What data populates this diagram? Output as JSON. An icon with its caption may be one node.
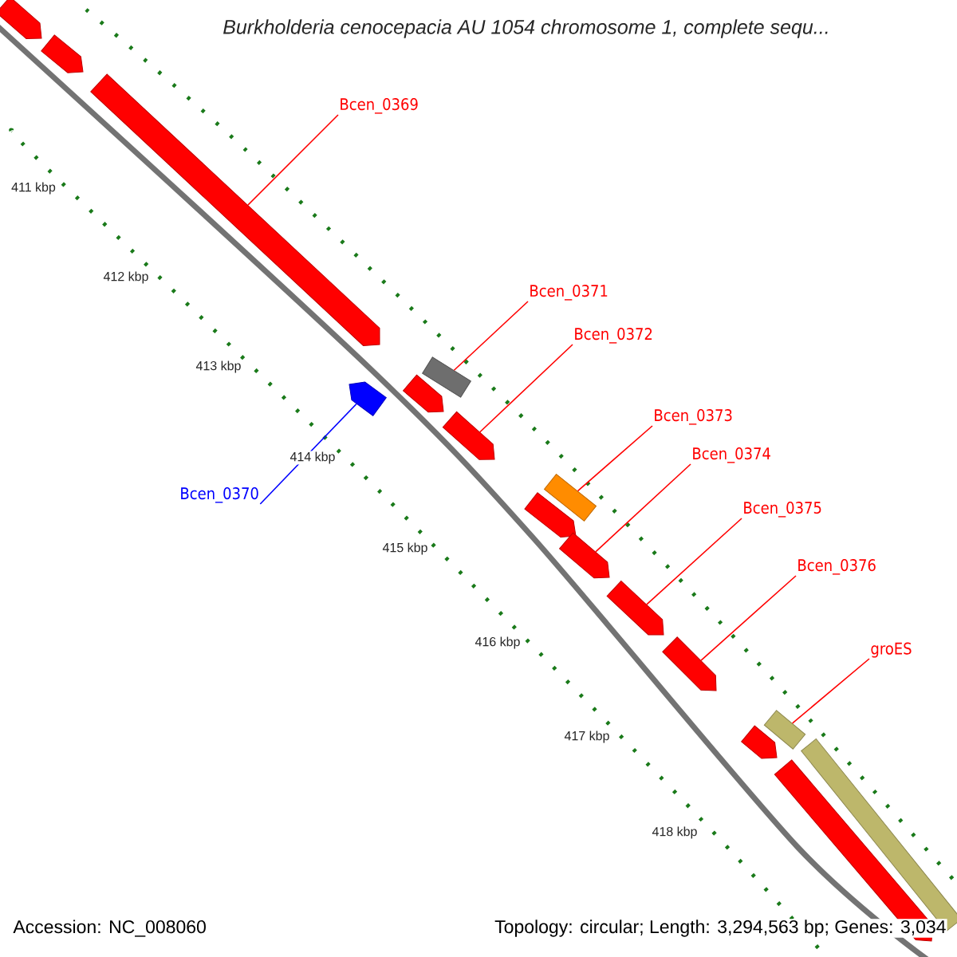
{
  "diagram": {
    "title": "*Burkholderia cenocepacia* AU 1054 chromosome 1, complete sequ...",
    "nodes": [
      {
        "text": [
          "Bcen_0369"
        ]
      },
      {
        "text": [
          "Bcen_0370"
        ]
      },
      {
        "text": [
          "Bcen_0371"
        ]
      },
      {
        "text": [
          "Bcen_0372"
        ]
      },
      {
        "text": [
          "Bcen_0373"
        ]
      },
      {
        "text": [
          "Bcen_0374"
        ]
      },
      {
        "text": [
          "Bcen_0375"
        ]
      },
      {
        "text": [
          "Bcen_0376"
        ]
      },
      {
        "text": [
          "groES"
        ]
      },
      {
        "text": [],
        "shape": "pentagon"
      },
      {
        "text": [],
        "shape": "pentagon"
      },
      {
        "text": [],
        "shape": "pentagon"
      },
      {
        "text": [],
        "shape": "pentagon"
      },
      {
        "text": [],
        "shape": "bar"
      },
      {
        "text": [],
        "shape": "pentagon"
      },
      {
        "text": [],
        "shape": "pentagon"
      },
      {
        "text": [],
        "shape": "bar"
      },
      {
        "text": [],
        "shape": "pentagon"
      },
      {
        "text": [],
        "shape": "pentagon"
      },
      {
        "text": [],
        "shape": "pentagon"
      },
      {
        "text": [],
        "shape": "pentagon"
      },
      {
        "text": [],
        "shape": "bar"
      },
      {
        "text": [],
        "shape": "pentagon"
      },
      {
        "text": [],
        "shape": "pentagon"
      },
      {
        "text": [],
        "shape": "bar"
      }
    ],
    "edges": [
      {
        "from": 0,
        "to": 11,
        "arrow": "none"
      },
      {
        "from": 1,
        "to": 12,
        "arrow": "none",
        "color": "#0000ff"
      },
      {
        "from": 2,
        "to": 13,
        "arrow": "none"
      },
      {
        "from": 3,
        "to": 15,
        "arrow": "none"
      },
      {
        "from": 4,
        "to": 16,
        "arrow": "none"
      },
      {
        "from": 5,
        "to": 18,
        "arrow": "none"
      },
      {
        "from": 6,
        "to": 19,
        "arrow": "none"
      },
      {
        "from": 7,
        "to": 20,
        "arrow": "none"
      },
      {
        "from": 8,
        "to": 21,
        "arrow": "none"
      }
    ],
    "labels": [
      "411 kbp",
      "412 kbp",
      "413 kbp",
      "414 kbp",
      "415 kbp",
      "416 kbp",
      "417 kbp",
      "418 kbp",
      "Accession: NC_008060",
      "Topology: circular; Length: 3,294,563 bp; Genes: 3,034"
    ]
  }
}
